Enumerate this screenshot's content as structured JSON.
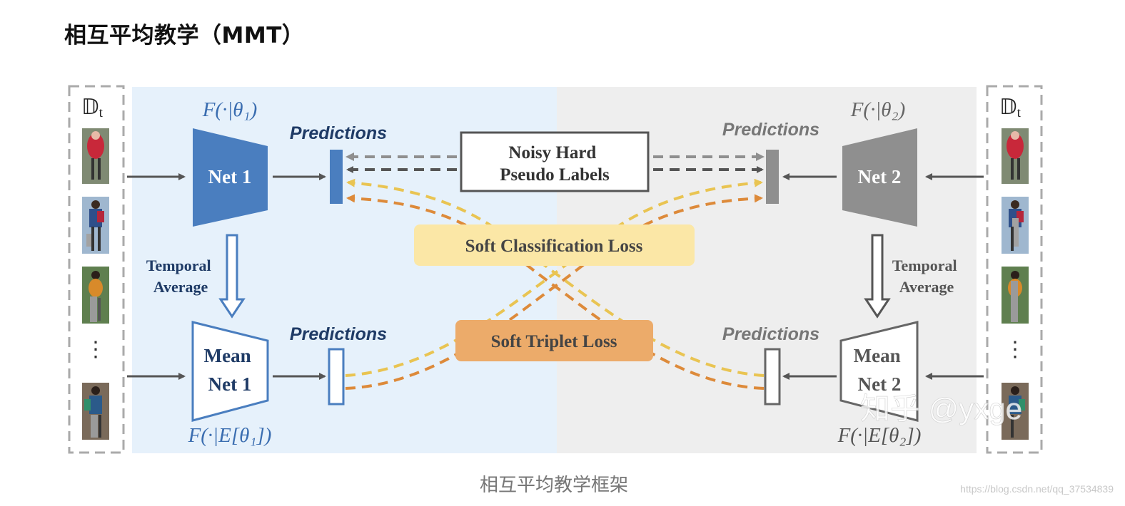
{
  "title": "相互平均教学（MMT）",
  "caption": "相互平均教学框架",
  "source_url": "https://blog.csdn.net/qq_37534839",
  "watermark": "知乎 @yxge",
  "dataset": {
    "label": "𝔻",
    "subscript": "t",
    "ellipsis": "⋮"
  },
  "left_branch": {
    "net_label": "Net 1",
    "net_param": "F(·|θ₁)",
    "mean_net_lines": [
      "Mean",
      "Net 1"
    ],
    "mean_net_param": "F(·|E[θ₁])",
    "temporal_lines": [
      "Temporal",
      "Average"
    ],
    "predictions_top": "Predictions",
    "predictions_bottom": "Predictions"
  },
  "right_branch": {
    "net_label": "Net 2",
    "net_param": "F(·|θ₂)",
    "mean_net_lines": [
      "Mean",
      "Net 2"
    ],
    "mean_net_param": "F(·|E[θ₂])",
    "temporal_lines": [
      "Temporal",
      "Average"
    ],
    "predictions_top": "Predictions",
    "predictions_bottom": "Predictions"
  },
  "center": {
    "pseudo_lines": [
      "Noisy Hard",
      "Pseudo Labels"
    ],
    "soft_cls": "Soft Classification Loss",
    "soft_tri": "Soft Triplet Loss"
  },
  "colors": {
    "left_panel": "#e6f1fb",
    "right_panel": "#eeeeee",
    "blue": "#4a7ebf",
    "blue_text": "#1f3b66",
    "gray": "#8f8f8f",
    "dark_gray": "#555555",
    "soft_cls_fill": "#fbe7a6",
    "soft_tri_fill": "#ecab6a",
    "dash_yellow": "#e9c452",
    "dash_orange": "#dd8a3a"
  }
}
